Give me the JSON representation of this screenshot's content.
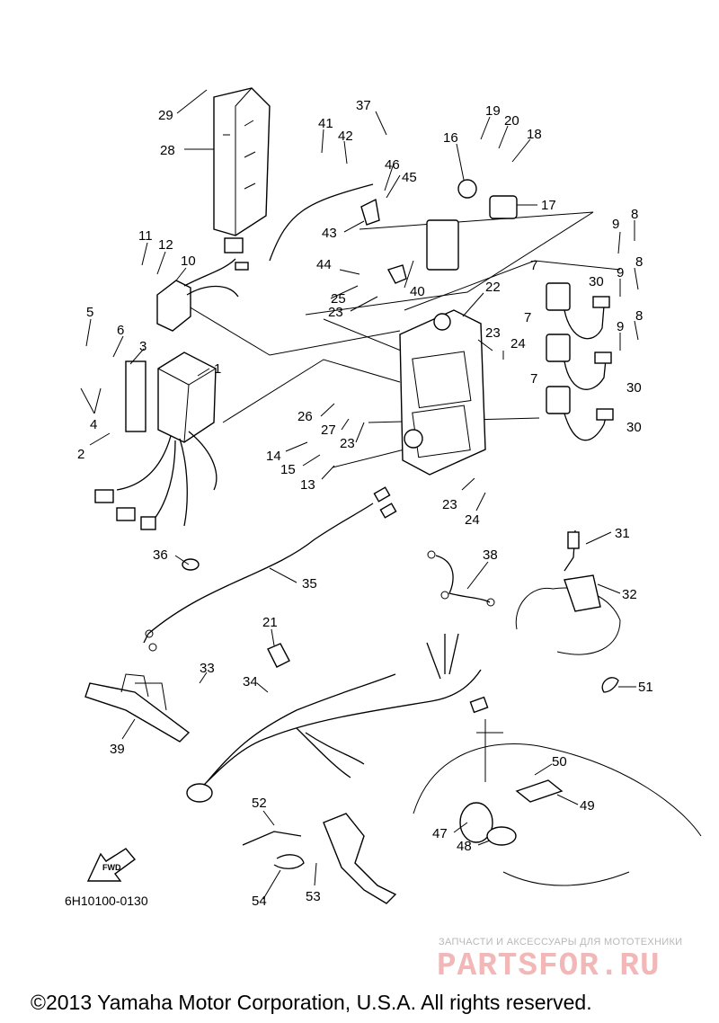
{
  "callouts": [
    {
      "id": "1"
    },
    {
      "id": "2"
    },
    {
      "id": "3"
    },
    {
      "id": "4"
    },
    {
      "id": "5"
    },
    {
      "id": "6"
    },
    {
      "id": "7"
    },
    {
      "id": "8"
    },
    {
      "id": "9"
    },
    {
      "id": "10"
    },
    {
      "id": "11"
    },
    {
      "id": "12"
    },
    {
      "id": "13"
    },
    {
      "id": "14"
    },
    {
      "id": "15"
    },
    {
      "id": "16"
    },
    {
      "id": "17"
    },
    {
      "id": "18"
    },
    {
      "id": "19"
    },
    {
      "id": "20"
    },
    {
      "id": "21"
    },
    {
      "id": "22"
    },
    {
      "id": "23"
    },
    {
      "id": "24"
    },
    {
      "id": "25"
    },
    {
      "id": "26"
    },
    {
      "id": "27"
    },
    {
      "id": "28"
    },
    {
      "id": "29"
    },
    {
      "id": "30"
    },
    {
      "id": "31"
    },
    {
      "id": "32"
    },
    {
      "id": "33"
    },
    {
      "id": "34"
    },
    {
      "id": "35"
    },
    {
      "id": "36"
    },
    {
      "id": "37"
    },
    {
      "id": "38"
    },
    {
      "id": "39"
    },
    {
      "id": "40"
    },
    {
      "id": "41"
    },
    {
      "id": "42"
    },
    {
      "id": "43"
    },
    {
      "id": "44"
    },
    {
      "id": "45"
    },
    {
      "id": "46"
    },
    {
      "id": "47"
    },
    {
      "id": "48"
    },
    {
      "id": "49"
    },
    {
      "id": "50"
    },
    {
      "id": "51"
    },
    {
      "id": "52"
    },
    {
      "id": "53"
    },
    {
      "id": "54"
    }
  ],
  "fwd_label": "FWD",
  "reference_code": "6H10100-0130",
  "watermark": {
    "tagline": "ЗАПЧАСТИ И АКСЕССУАРЫ ДЛЯ МОТОТЕХНИКИ",
    "brand": "PARTSFOR.RU",
    "color": "#f2b8b8"
  },
  "copyright": "©2013 Yamaha Motor Corporation, U.S.A. All rights reserved."
}
